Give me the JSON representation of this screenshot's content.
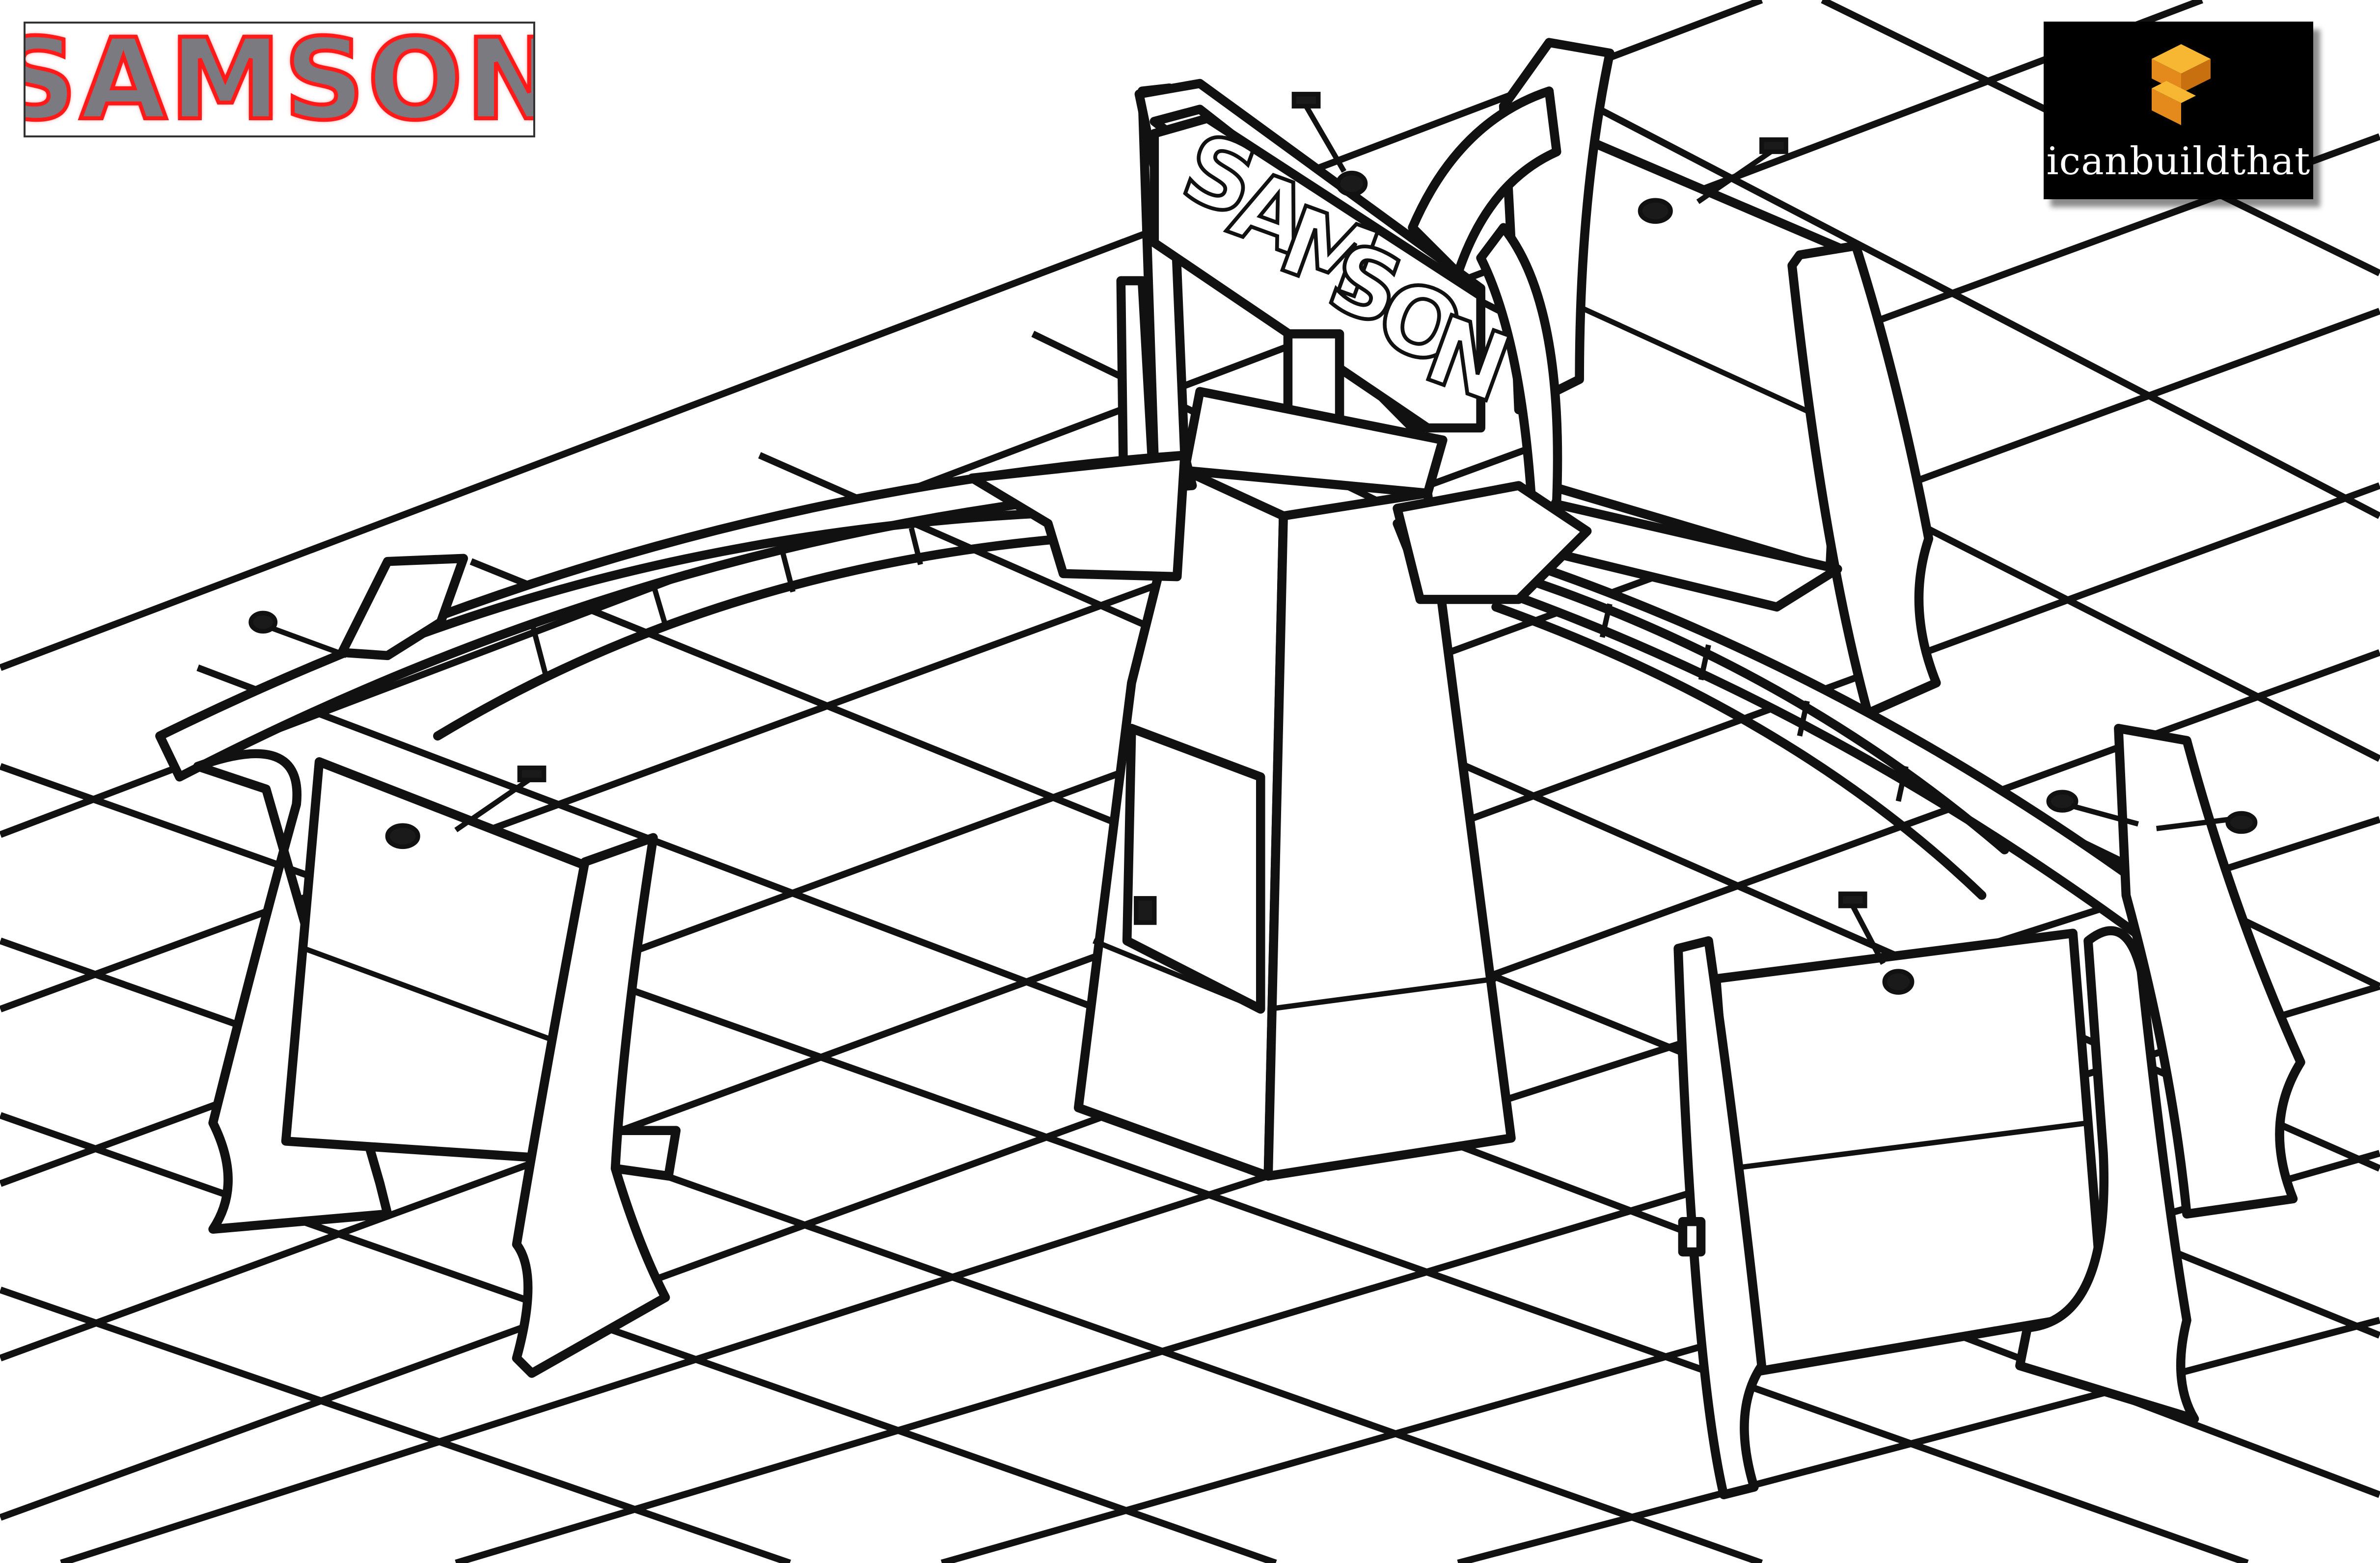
{
  "logo_left": {
    "text": "SAMSON"
  },
  "logo_right": {
    "text": "icanbuildthat",
    "accent": "#f5a623"
  },
  "sign": {
    "letters": [
      "S",
      "A",
      "M",
      "S",
      "O",
      "N"
    ]
  }
}
